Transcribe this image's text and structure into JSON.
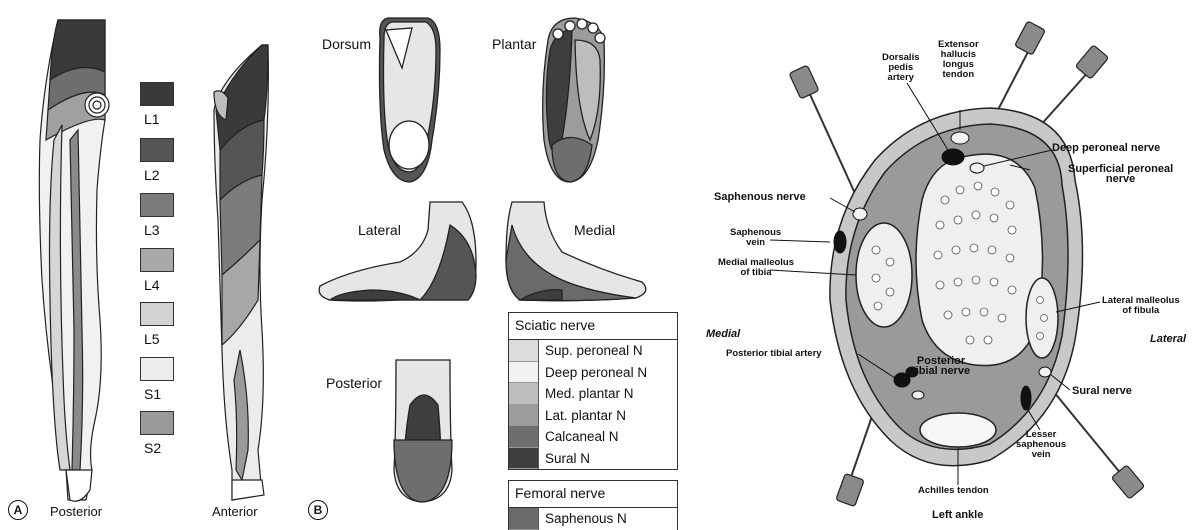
{
  "panel_a": {
    "label": "A",
    "posterior_label": "Posterior",
    "anterior_label": "Anterior",
    "key": [
      {
        "label": "L1",
        "color": "#3a3a3a"
      },
      {
        "label": "L2",
        "color": "#555555"
      },
      {
        "label": "L3",
        "color": "#7c7c7c"
      },
      {
        "label": "L4",
        "color": "#a8a8a8"
      },
      {
        "label": "L5",
        "color": "#d2d2d2"
      },
      {
        "label": "S1",
        "color": "#ececec"
      },
      {
        "label": "S2",
        "color": "#9a9a9a"
      }
    ]
  },
  "panel_b": {
    "label": "B",
    "views": {
      "dorsum": "Dorsum",
      "plantar": "Plantar",
      "lateral": "Lateral",
      "medial": "Medial",
      "posterior": "Posterior"
    },
    "sciatic_legend": {
      "title": "Sciatic nerve",
      "items": [
        {
          "label": "Sup. peroneal N",
          "color": "#dcdcdc"
        },
        {
          "label": "Deep peroneal N",
          "color": "#f2f2f2"
        },
        {
          "label": "Med. plantar N",
          "color": "#bdbdbd"
        },
        {
          "label": "Lat. plantar N",
          "color": "#9c9c9c"
        },
        {
          "label": "Calcaneal N",
          "color": "#6e6e6e"
        },
        {
          "label": "Sural N",
          "color": "#3e3e3e"
        }
      ]
    },
    "femoral_legend": {
      "title": "Femoral nerve",
      "items": [
        {
          "label": "Saphenous N",
          "color": "#6a6a6a"
        }
      ]
    }
  },
  "panel_c": {
    "title": "Left ankle",
    "side_medial": "Medial",
    "side_lateral": "Lateral",
    "labels": {
      "dorsalis_pedis": "Dorsalis\npedis\nartery",
      "extensor_hallucis": "Extensor\nhallucis\nlongus\ntendon",
      "deep_peroneal": "Deep peroneal nerve",
      "superficial_peroneal": "Superficial peroneal\nnerve",
      "saphenous_nerve": "Saphenous nerve",
      "saphenous_vein": "Saphenous\nvein",
      "medial_malleolus": "Medial malleolus\nof tibia",
      "lateral_malleolus": "Lateral malleolus\nof fibula",
      "posterior_tibial_artery": "Posterior tibial artery",
      "posterior_tibial_nerve": "Posterior\ntibial nerve",
      "sural_nerve": "Sural nerve",
      "lesser_saphenous_vein": "Lesser\nsaphenous\nvein",
      "achilles_tendon": "Achilles tendon"
    }
  }
}
